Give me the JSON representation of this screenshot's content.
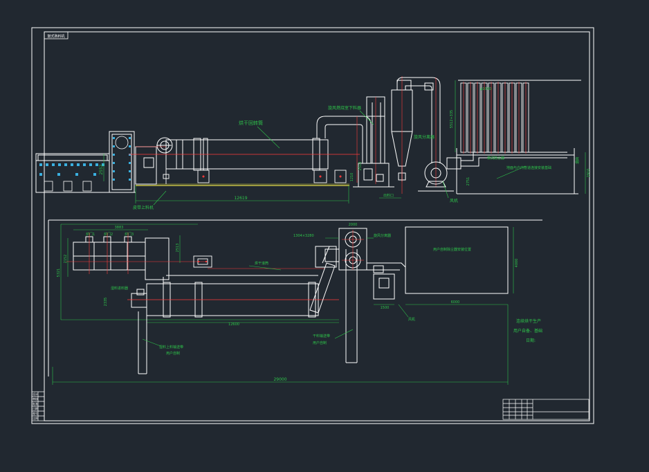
{
  "colors": {
    "background": "#212830",
    "frame": "#ffffff",
    "equipment": "#ffffff",
    "dimension": "#2ec44a",
    "label": "#2ec44a",
    "centerline": "#ff3b3b",
    "ground": "#e8e04a",
    "ductFill": "#2a323b",
    "fan": "#ffffff"
  },
  "drawing": {
    "corner_tag": "鼓式熟料机",
    "elevation_view": {
      "labels": {
        "dryer_drum": "烘干回转筒",
        "cyclone_separator": "旋风分离器",
        "combustion_chamber": "旋风燃烧室下料器",
        "bag_filter": "袋式除尘器",
        "feed_conveyor": "皮带上料机",
        "fan": "风机",
        "dust_duct": "地面与户内管道连接安装基础",
        "chimney": "烟囱"
      },
      "dimensions": {
        "drum_length": "12619",
        "furnace_height": "2552",
        "cyclone_height": "2513",
        "discharge_height": "1210",
        "filter_width": "φ1000",
        "filter_height": "5512+335",
        "fan_height": "2751",
        "stack_height": "2910",
        "base_width": "出料口"
      }
    },
    "plan_view": {
      "labels": {
        "kiln_a": "炉门1",
        "kiln_b": "炉门2",
        "kiln_c": "炉门3",
        "drum_plan": "烘干滚筒",
        "screen": "旋风分离器",
        "feed_hopper": "湿料进料器",
        "feed_belt": "湿料上料输送带",
        "feed_belt_note": "用户自制",
        "out_belt": "干料输送带",
        "out_belt_note": "用户自制",
        "fan_plan": "风机",
        "room": "用户自制除尘器安装位置"
      },
      "dimensions": {
        "kiln_span": "3883",
        "kiln_depth": "5321",
        "dryer_plan_len": "12600",
        "dryer_plan_w": "2335",
        "cyclone_gap": "1304×3280",
        "room_w": "6000",
        "room_h": "4000",
        "fan_w": "1500",
        "total": "29000",
        "top_w": "2000",
        "kiln_h": "2152",
        "small_1": "1500",
        "small_2": "2513"
      }
    },
    "notes": {
      "line1": "连续烘干生产",
      "line2": "用户自备、基础",
      "line3": "日期:"
    },
    "side_strip": [
      "设计",
      "审核",
      "批准",
      "日期",
      "图号",
      "比例"
    ],
    "title_block": [
      "",
      "",
      "",
      "",
      ""
    ]
  }
}
